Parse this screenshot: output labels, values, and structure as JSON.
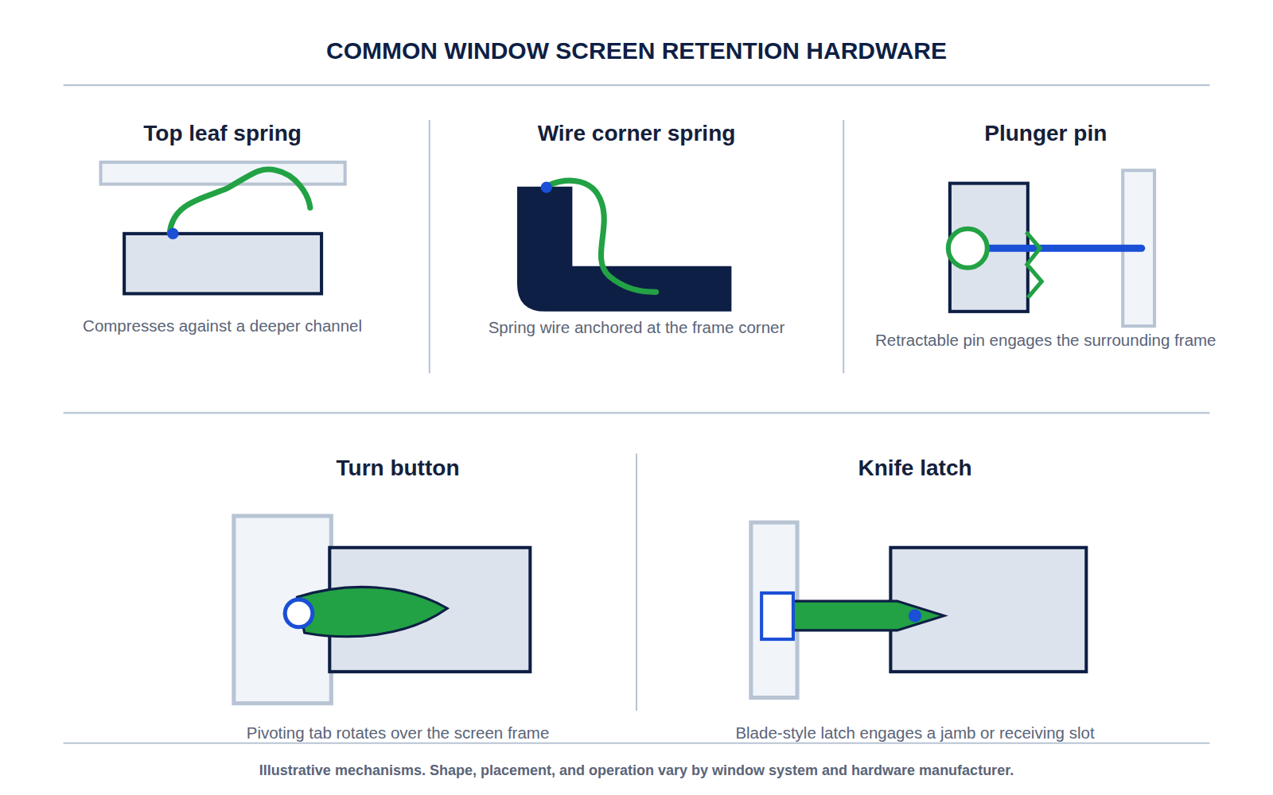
{
  "diagram": {
    "title": "COMMON WINDOW SCREEN RETENTION HARDWARE",
    "caption": "Illustrative mechanisms. Shape, placement, and operation vary by window system and hardware manufacturer.",
    "labels": [
      "Top leaf spring",
      "Compresses against a deeper channel",
      "Wire corner spring",
      "Spring wire anchored at the frame corner",
      "Plunger pin",
      "Retractable pin engages the surrounding frame",
      "Turn button",
      "Pivoting tab rotates over the screen frame",
      "Knife latch",
      "Blade-style latch engages a jamb or receiving slot"
    ]
  }
}
